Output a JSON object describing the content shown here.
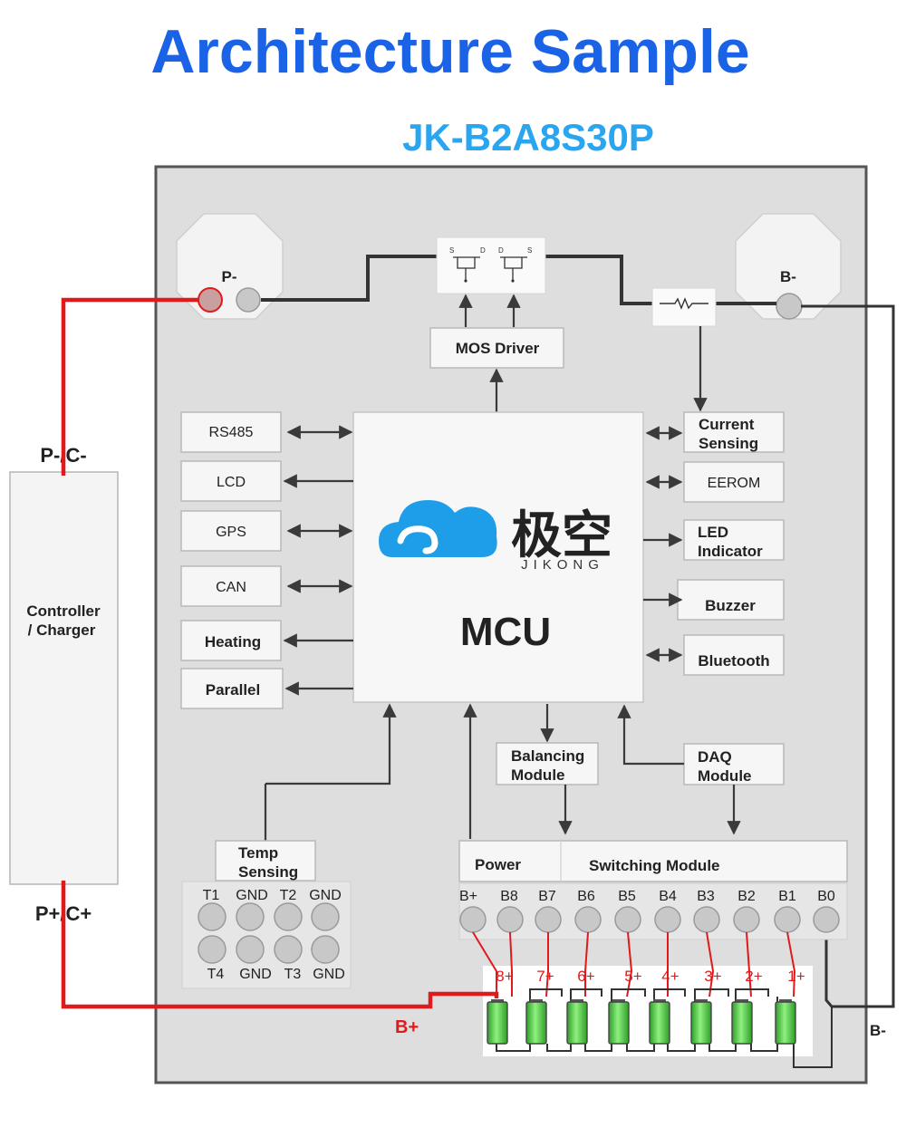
{
  "title": "Architecture Sample",
  "model": "JK-B2A8S30P",
  "mcu": {
    "label": "MCU",
    "brand_cn": "极空",
    "brand_en": "JIKONG"
  },
  "mos_driver": "MOS Driver",
  "mosfet_pins": [
    "S",
    "D",
    "D",
    "S"
  ],
  "terminals": {
    "p_minus": "P-",
    "b_minus": "B-"
  },
  "left_modules": [
    "RS485",
    "LCD",
    "GPS",
    "CAN",
    "Heating",
    "Parallel"
  ],
  "right_modules": {
    "current_line1": "Current",
    "current_line2": "Sensing",
    "eerom": "EEROM",
    "led_line1": "LED",
    "led_line2": "Indicator",
    "buzzer": "Buzzer",
    "bluetooth": "Bluetooth"
  },
  "balancing": {
    "line1": "Balancing",
    "line2": "Module"
  },
  "daq": {
    "line1": "DAQ",
    "line2": "Module"
  },
  "temp": {
    "line1": "Temp",
    "line2": "Sensing",
    "top_pins": [
      "T1",
      "GND",
      "T2",
      "GND"
    ],
    "bottom_pins": [
      "T4",
      "GND",
      "T3",
      "GND"
    ]
  },
  "power": "Power",
  "switching": "Switching Module",
  "b_pins": [
    "B+",
    "B8",
    "B7",
    "B6",
    "B5",
    "B4",
    "B3",
    "B2",
    "B1",
    "B0"
  ],
  "cell_labels": [
    "8+",
    "7+",
    "6+",
    "5+",
    "4+",
    "3+",
    "2+",
    "1+"
  ],
  "controller": {
    "line1": "Controller",
    "line2": "/  Charger",
    "top": "P-/C-",
    "bottom": "P+/C+"
  },
  "battery_plus": "B+",
  "battery_minus": "B-",
  "colors": {
    "title": "#1a63e6",
    "model": "#2aa6f0",
    "board": "#dedede",
    "wire_red": "#e0191b",
    "cell_green": "#3ec234"
  }
}
